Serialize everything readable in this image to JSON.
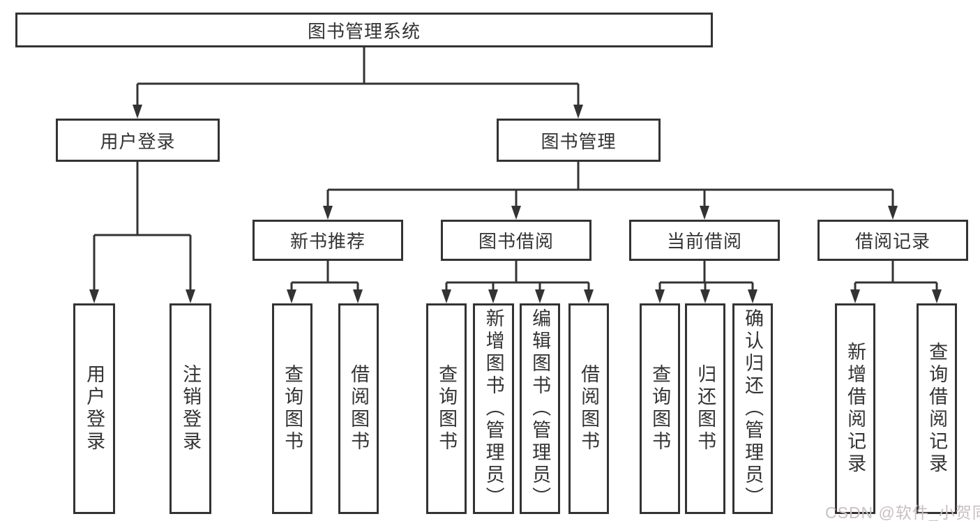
{
  "nodes": {
    "root": "图书管理系统",
    "user_login": "用户登录",
    "book_mgmt": "图书管理",
    "new_book_rec": "新书推荐",
    "book_borrow": "图书借阅",
    "current_borrow": "当前借阅",
    "borrow_record": "借阅记录",
    "leaf_user_login": "用户登录",
    "leaf_logout": "注销登录",
    "rec_query_books": "查询图书",
    "rec_borrow_books": "借阅图书",
    "bb_query_books": "查询图书",
    "bb_add_books": "新增图书（管理员）",
    "bb_edit_books": "编辑图书（管理员）",
    "bb_borrow_books": "借阅图书",
    "cb_query_books": "查询图书",
    "cb_return_books": "归还图书",
    "cb_confirm_return": "确认归还（管理员）",
    "br_add_record": "新增借阅记录",
    "br_query_record": "查询借阅记录"
  },
  "watermark": "CSDN @软件_小贺同学",
  "colors": {
    "line": "#333333",
    "text": "#333333",
    "background": "#ffffff",
    "watermark": "#c9bfbf"
  }
}
